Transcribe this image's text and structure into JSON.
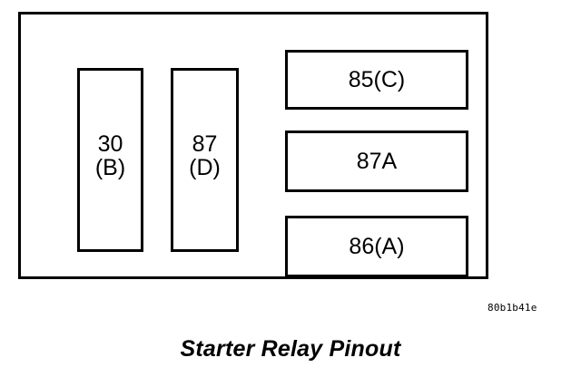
{
  "figure": {
    "caption": "Starter Relay Pinout",
    "reference_code": "80b1b41e",
    "background_color": "#ffffff",
    "line_color": "#000000"
  },
  "relay": {
    "outline_name": "relay-body-outline",
    "terminals": [
      {
        "id": "terminal-30",
        "orientation": "vertical",
        "pin_number": "30",
        "pin_letter": "(B)",
        "label": "30\n(B)"
      },
      {
        "id": "terminal-87",
        "orientation": "vertical",
        "pin_number": "87",
        "pin_letter": "(D)",
        "label": "87\n(D)"
      },
      {
        "id": "terminal-85",
        "orientation": "horizontal",
        "pin_number": "85",
        "pin_letter": "(C)",
        "label": "85(C)"
      },
      {
        "id": "terminal-87a",
        "orientation": "horizontal",
        "pin_number": "87A",
        "pin_letter": "",
        "label": "87A"
      },
      {
        "id": "terminal-86",
        "orientation": "horizontal",
        "pin_number": "86",
        "pin_letter": "(A)",
        "label": "86(A)"
      }
    ]
  }
}
